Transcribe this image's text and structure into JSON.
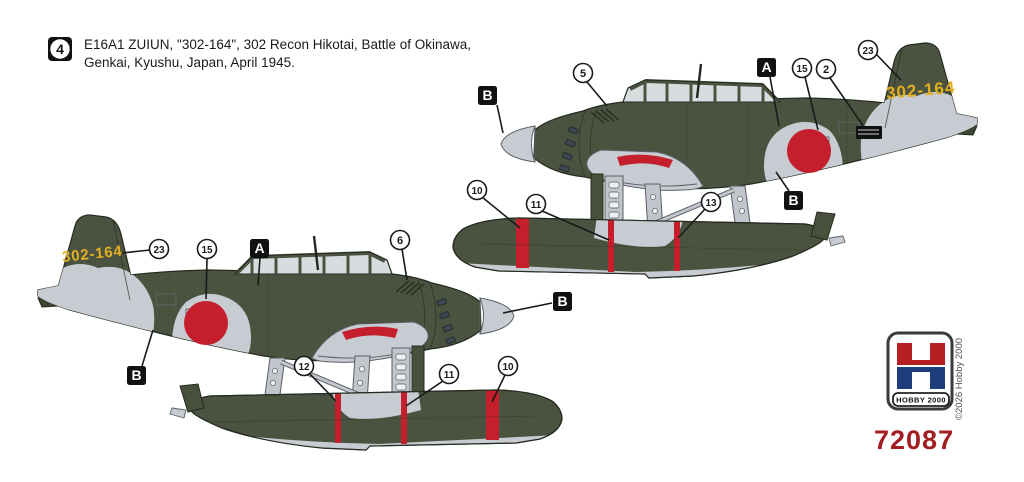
{
  "header": {
    "variant_number": "4",
    "title_line1": "E16A1 ZUIUN, \"302-164\", 302 Recon Hikotai, Battle of Okinawa,",
    "title_line2": "Genkai, Kyushu, Japan, April 1945."
  },
  "aircraft": {
    "tail_code": "302-164"
  },
  "callouts": {
    "a": "A",
    "b": "B",
    "n2": "2",
    "n5": "5",
    "n6": "6",
    "n10": "10",
    "n11": "11",
    "n12": "12",
    "n13": "13",
    "n15": "15",
    "n23": "23"
  },
  "branding": {
    "logo_text": "HOBBY 2000",
    "copyright": "©2026 Hobby 2000",
    "kit_number": "72087"
  },
  "colors": {
    "camo_green": "#4a5340",
    "camo_gray": "#c7ccd3",
    "hinomaru_red": "#c51f2d",
    "band_red": "#c51f2d",
    "tail_code_yellow": "#e3af1e",
    "logo_red": "#b52025",
    "logo_blue": "#1d3e7b",
    "kit_number_red": "#a21d22",
    "line_black": "#1a1a1a"
  }
}
